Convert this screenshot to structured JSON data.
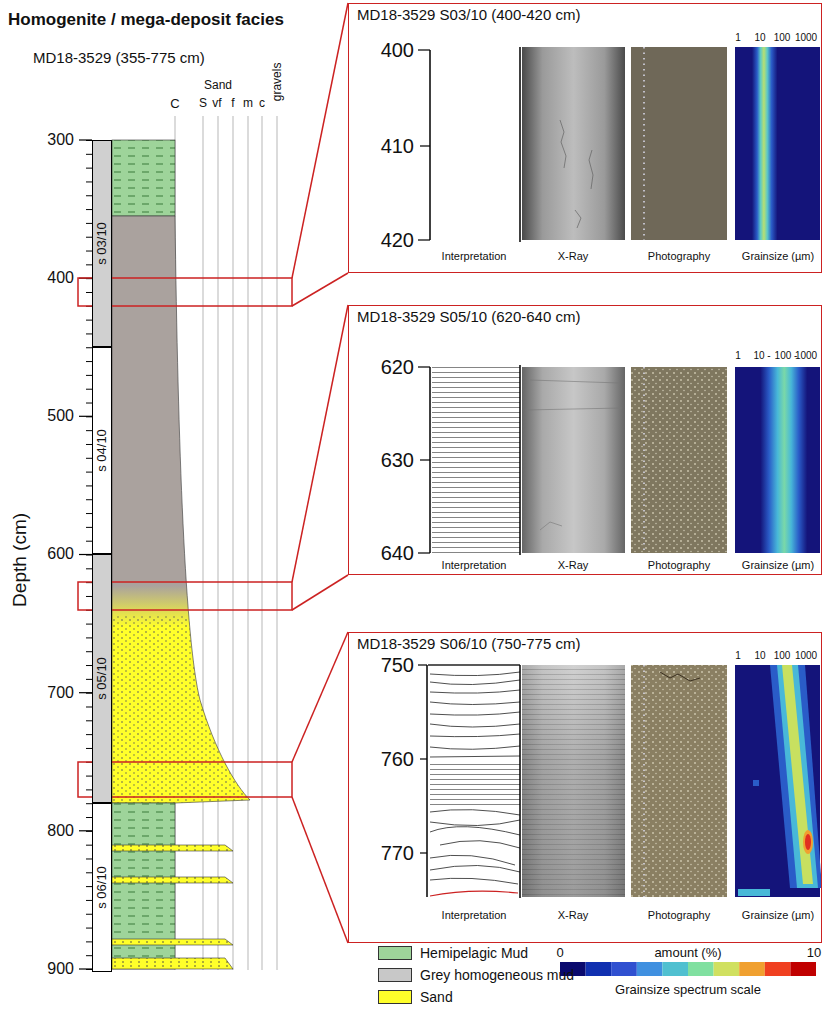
{
  "diagram": {
    "title": "Homogenite / mega-deposit facies",
    "nodes": [
      {
        "text": [
          "MD18-3529 S03/10 (400-420 cm)"
        ]
      },
      {
        "text": [
          "MD18-3529 S05/10 (620-640 cm)"
        ]
      },
      {
        "text": [
          "MD18-3529 S06/10 (750-775 cm)"
        ]
      },
      {
        "text": [
          "s 03/10"
        ]
      },
      {
        "text": [
          "s 04/10"
        ]
      },
      {
        "text": [
          "s 05/10"
        ]
      },
      {
        "text": [
          "s 06/10"
        ]
      }
    ],
    "labels": [
      "MD18-3529 (355-775 cm)",
      "Sand",
      "C",
      "S",
      "vf",
      "f",
      "m",
      "c",
      "gravels",
      "Depth (cm)",
      "300",
      "400",
      "500",
      "600",
      "700",
      "800",
      "900",
      "400",
      "410",
      "420",
      "Interpretation",
      "X-Ray",
      "Photography",
      "Grainsize (µm)",
      "1",
      "10",
      "100",
      "1000",
      "620",
      "630",
      "640",
      "Interpretation",
      "X-Ray",
      "Photography",
      "Grainsize (µm)",
      "1",
      "10 -",
      "100 -",
      "1000",
      "750",
      "760",
      "770",
      "Interpretation",
      "X-Ray",
      "Photography",
      "Grainsize (µm)",
      "1",
      "10",
      "100",
      "1000",
      "amount (%)",
      "0",
      "10",
      "Grainsize spectrum scale"
    ],
    "legend": [
      {
        "text": "Hemipelagic Mud",
        "color": "#9ed49a"
      },
      {
        "text": "Grey homogeneous mud",
        "color": "#c8c8c8"
      },
      {
        "text": "Sand",
        "color": "#ffff2a"
      }
    ]
  }
}
